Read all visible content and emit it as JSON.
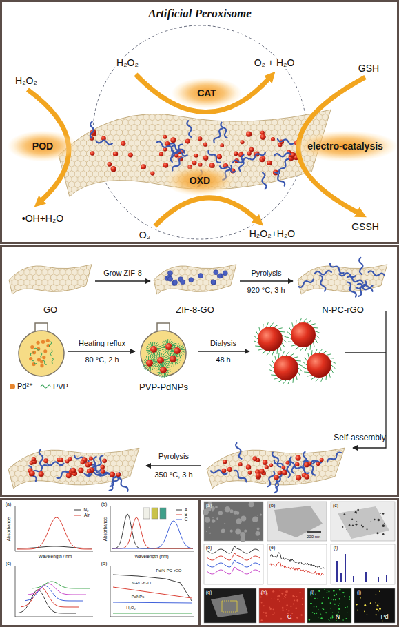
{
  "diagram": {
    "nodes": [
      {
        "text": [
          "CAT"
        ]
      },
      {
        "text": [
          "POD"
        ]
      },
      {
        "text": [
          "electro-catalysis"
        ]
      },
      {
        "text": [
          "OXD"
        ]
      },
      {
        "text": [
          "GO"
        ]
      },
      {
        "text": [
          "ZIF-8-GO"
        ]
      },
      {
        "text": [
          "N-PC-rGO"
        ]
      },
      {
        "text": [
          "PVP-PdNPs"
        ]
      }
    ],
    "edges": [
      {
        "from": 4,
        "to": 5,
        "arrow": "to",
        "label": "Grow ZIF-8"
      },
      {
        "from": 5,
        "to": 6,
        "arrow": "to",
        "label": "Pyrolysis"
      }
    ],
    "labels": [
      "Artificial Peroxisome",
      "H₂O₂",
      "H₂O₂",
      "O₂ + H₂O",
      "GSH",
      "•OH+H₂O",
      "GSSH",
      "O₂",
      "H₂O₂+H₂O",
      "920 °C, 3 h",
      "Heating reflux",
      "80 °C, 2 h",
      "Dialysis",
      "48 h",
      "Self-assembly",
      "Pyrolysis",
      "350 °C, 3 h",
      "(a)",
      "N₂",
      "Air",
      "Absorbance",
      "Wavelength / nm",
      "(b)",
      "A",
      "B",
      "C",
      "Absorbance",
      "Wavelength (nm)",
      "(c)",
      "(d)",
      "Pd/N-PC-rGO",
      "N-PC-rGO",
      "PdNPs",
      "H₂O₂",
      "(a)",
      "(b)",
      "(c)",
      "200 nm",
      "(d)",
      "(e)",
      "(f)",
      "(g)",
      "(h)",
      "C",
      "(i)",
      "N",
      "(j)",
      "Pd"
    ],
    "legend": [
      {
        "text": "Pd²⁺",
        "color": "#e8862e"
      },
      {
        "text": "PVP"
      }
    ]
  }
}
